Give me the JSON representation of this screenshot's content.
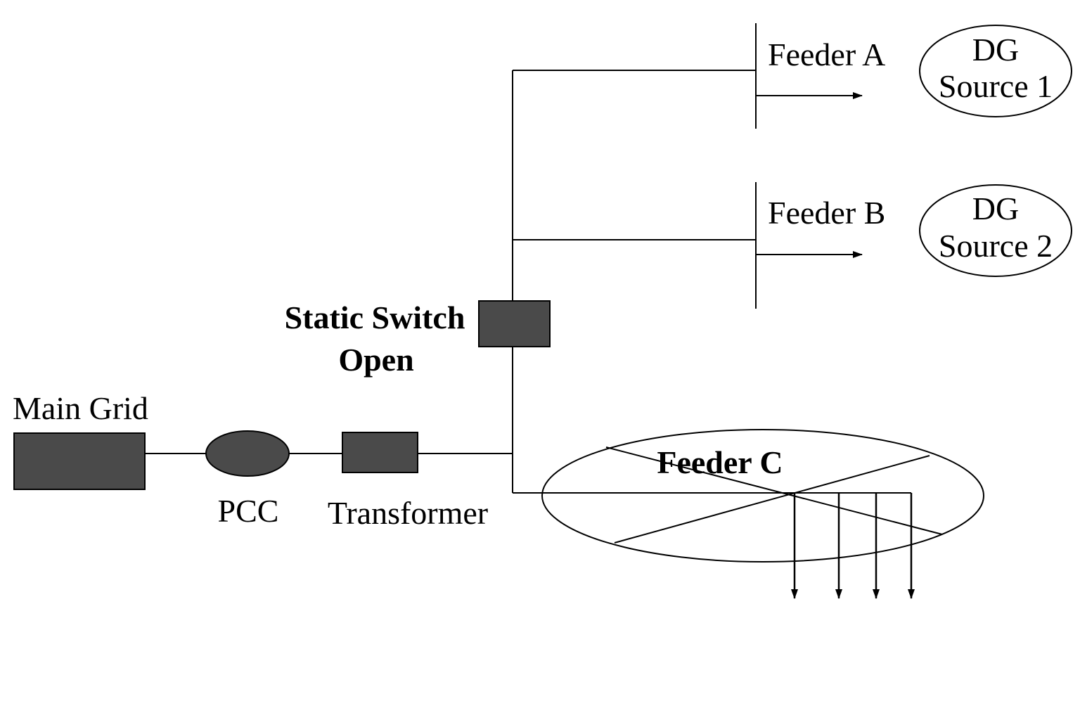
{
  "labels": {
    "main_grid": "Main Grid",
    "pcc": "PCC",
    "transformer": "Transformer",
    "static_switch_line1": "Static Switch",
    "static_switch_line2": "Open",
    "feeder_a": "Feeder A",
    "feeder_b": "Feeder B",
    "feeder_c": "Feeder C",
    "dg1_line1": "DG",
    "dg1_line2": "Source 1",
    "dg2_line1": "DG",
    "dg2_line2": "Source 2"
  },
  "colors": {
    "component_fill": "#4a4a4a",
    "line": "#000000",
    "background": "#ffffff"
  }
}
